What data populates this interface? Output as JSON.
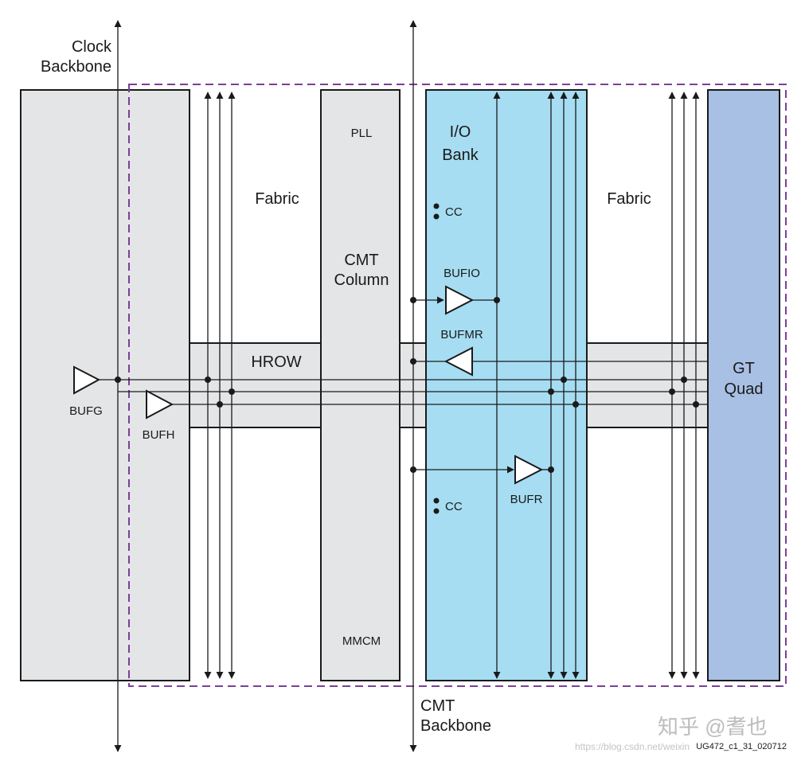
{
  "labels": {
    "clock_backbone_1": "Clock",
    "clock_backbone_2": "Backbone",
    "fabric_left": "Fabric",
    "fabric_right": "Fabric",
    "pll": "PLL",
    "cmt_column_1": "CMT",
    "cmt_column_2": "Column",
    "mmcm": "MMCM",
    "io_bank_1": "I/O",
    "io_bank_2": "Bank",
    "cc_top": "CC",
    "cc_bottom": "CC",
    "bufio": "BUFIO",
    "bufmr": "BUFMR",
    "bufr": "BUFR",
    "hrow": "HROW",
    "bufg": "BUFG",
    "bufh": "BUFH",
    "gt_quad_1": "GT",
    "gt_quad_2": "Quad",
    "cmt_backbone_1": "CMT",
    "cmt_backbone_2": "Backbone",
    "figure_id": "UG472_c1_31_020712",
    "watermark": "知乎 @耆也",
    "watermark_url": "https://blog.csdn.net/weixin"
  },
  "colors": {
    "gray_column": "#e4e5e7",
    "io_bank": "#a6ddf2",
    "gt_quad": "#a8c0e4",
    "region_border": "#7b3f98",
    "stroke": "#1a1a1a"
  }
}
